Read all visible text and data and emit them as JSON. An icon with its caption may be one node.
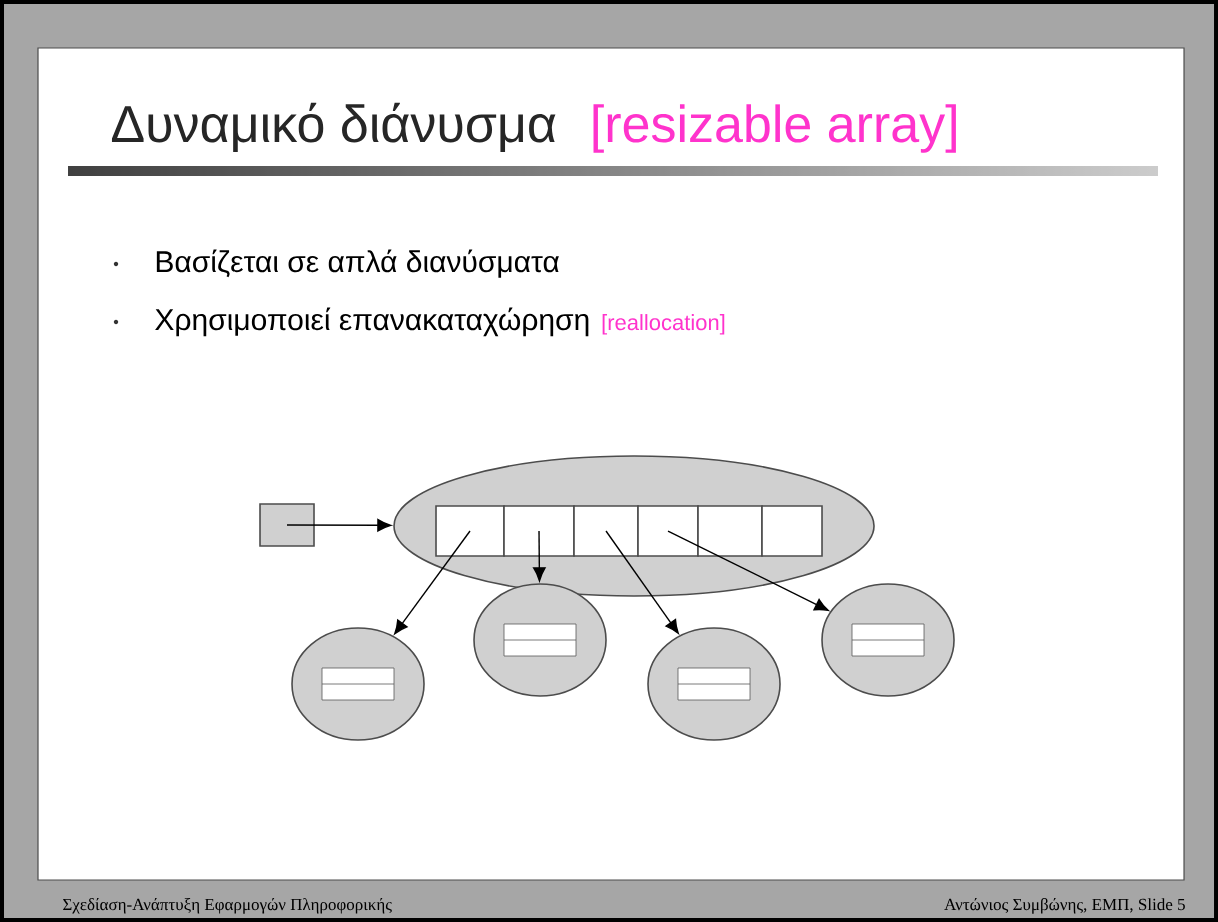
{
  "diagram": {
    "title": "Δυναμικό διάνυσμα",
    "nodes": [
      {
        "text": [],
        "shape": "box"
      },
      {
        "text": [],
        "shape": "ellipse"
      },
      {
        "text": [],
        "shape": "box",
        "in": 1
      },
      {
        "text": [],
        "shape": "box",
        "in": 1
      },
      {
        "text": [],
        "shape": "box",
        "in": 1
      },
      {
        "text": [],
        "shape": "box",
        "in": 1
      },
      {
        "text": [],
        "shape": "box",
        "in": 1
      },
      {
        "text": [],
        "shape": "box",
        "in": 1
      },
      {
        "text": [],
        "shape": "circle"
      },
      {
        "text": [],
        "shape": "circle"
      },
      {
        "text": [],
        "shape": "circle"
      },
      {
        "text": [],
        "shape": "circle"
      }
    ],
    "edges": [
      {
        "from": 0,
        "to": 1,
        "arrow": "to"
      },
      {
        "from": 2,
        "to": 8,
        "arrow": "to"
      },
      {
        "from": 3,
        "to": 9,
        "arrow": "to"
      },
      {
        "from": 4,
        "to": 10,
        "arrow": "to"
      },
      {
        "from": 5,
        "to": 11,
        "arrow": "to"
      }
    ],
    "labels": [
      "[resizable array]",
      "Βασίζεται σε απλά διανύσματα",
      "Χρησιμοποιεί επανακαταχώρηση",
      "[reallocation]",
      "Σχεδίαση-Ανάπτυξη Εφαρμογών Πληροφορικής",
      "Αντώνιος Συμβώνης, ΕΜΠ, Slide 5"
    ]
  }
}
